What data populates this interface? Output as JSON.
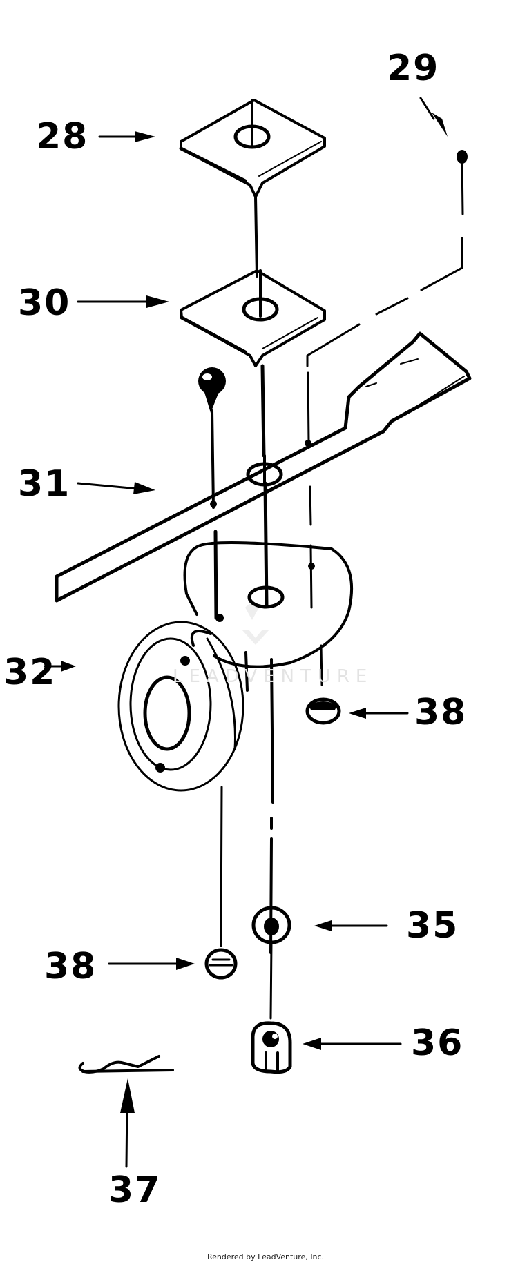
{
  "diagram": {
    "type": "exploded-parts-diagram",
    "subject": "mower blade, adapter, pulley and hardware",
    "callouts": [
      {
        "id": "28",
        "label": "28",
        "part": "blade stiffener / plate (upper)"
      },
      {
        "id": "29",
        "label": "29",
        "part": "bolt"
      },
      {
        "id": "30",
        "label": "30",
        "part": "blade stiffener / plate (lower)"
      },
      {
        "id": "31",
        "label": "31",
        "part": "blade"
      },
      {
        "id": "32",
        "label": "32",
        "part": "pulley"
      },
      {
        "id": "38a",
        "label": "38",
        "part": "nut (right)"
      },
      {
        "id": "35",
        "label": "35",
        "part": "washer"
      },
      {
        "id": "38b",
        "label": "38",
        "part": "nut (left)"
      },
      {
        "id": "36",
        "label": "36",
        "part": "castle nut"
      },
      {
        "id": "37",
        "label": "37",
        "part": "cotter pin"
      }
    ],
    "colors": {
      "line": "#000000",
      "background": "#ffffff",
      "watermark": "#e3e3e3"
    }
  },
  "watermark": {
    "text": "LEADVENTURE"
  },
  "footer": {
    "credit": "Rendered by LeadVenture, Inc."
  }
}
